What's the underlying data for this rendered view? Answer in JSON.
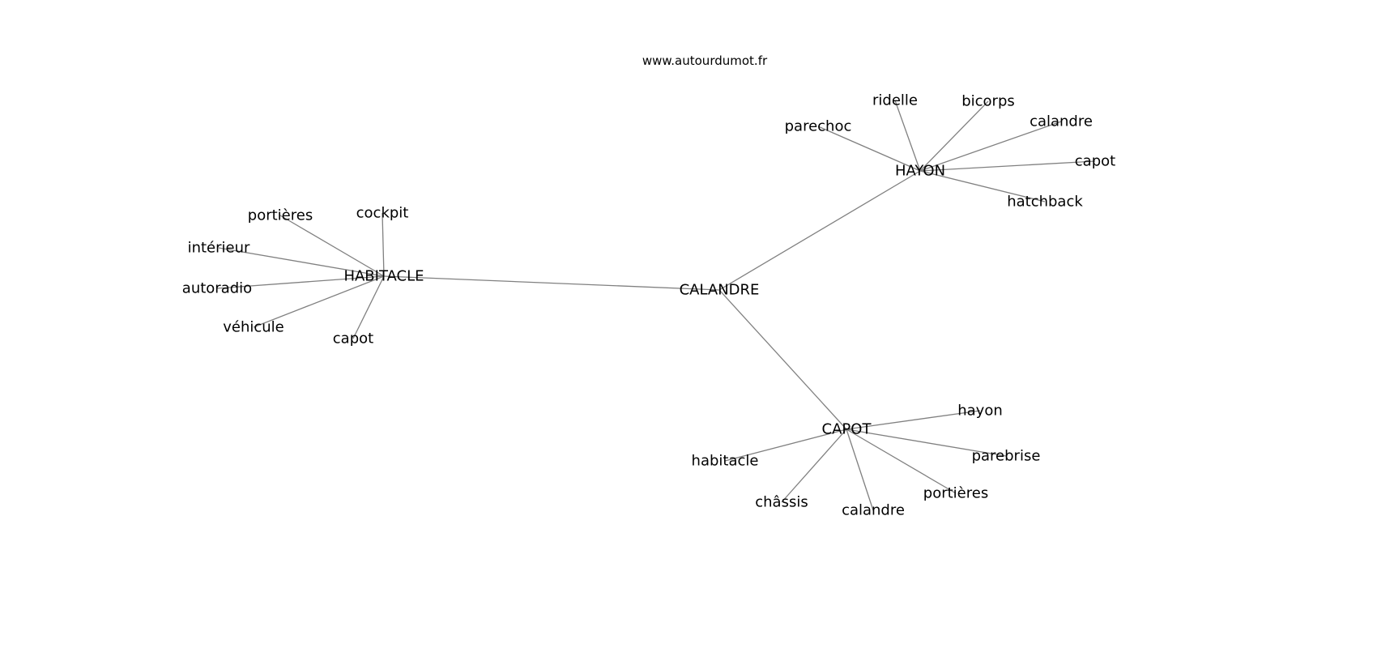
{
  "title": "www.autourdumot.fr",
  "colors": {
    "edge": "#808080",
    "label": "#000000"
  },
  "nodes": [
    {
      "id": "calandre_root",
      "label": "CALANDRE"
    },
    {
      "id": "habitacle",
      "label": "HABITACLE"
    },
    {
      "id": "hayon",
      "label": "HAYON"
    },
    {
      "id": "capot",
      "label": "CAPOT"
    },
    {
      "id": "hab_portieres",
      "label": "portières"
    },
    {
      "id": "hab_cockpit",
      "label": "cockpit"
    },
    {
      "id": "hab_interieur",
      "label": "intérieur"
    },
    {
      "id": "hab_autoradio",
      "label": "autoradio"
    },
    {
      "id": "hab_vehicule",
      "label": "véhicule"
    },
    {
      "id": "hab_capot",
      "label": "capot"
    },
    {
      "id": "hay_parechoc",
      "label": "parechoc"
    },
    {
      "id": "hay_ridelle",
      "label": "ridelle"
    },
    {
      "id": "hay_bicorps",
      "label": "bicorps"
    },
    {
      "id": "hay_calandre",
      "label": "calandre"
    },
    {
      "id": "hay_capot",
      "label": "capot"
    },
    {
      "id": "hay_hatchback",
      "label": "hatchback"
    },
    {
      "id": "cap_hayon",
      "label": "hayon"
    },
    {
      "id": "cap_parebrise",
      "label": "parebrise"
    },
    {
      "id": "cap_portieres",
      "label": "portières"
    },
    {
      "id": "cap_calandre",
      "label": "calandre"
    },
    {
      "id": "cap_chassis",
      "label": "châssis"
    },
    {
      "id": "cap_habitacle",
      "label": "habitacle"
    }
  ],
  "edges": [
    [
      "calandre_root",
      "habitacle"
    ],
    [
      "calandre_root",
      "hayon"
    ],
    [
      "calandre_root",
      "capot"
    ],
    [
      "habitacle",
      "hab_portieres"
    ],
    [
      "habitacle",
      "hab_cockpit"
    ],
    [
      "habitacle",
      "hab_interieur"
    ],
    [
      "habitacle",
      "hab_autoradio"
    ],
    [
      "habitacle",
      "hab_vehicule"
    ],
    [
      "habitacle",
      "hab_capot"
    ],
    [
      "hayon",
      "hay_parechoc"
    ],
    [
      "hayon",
      "hay_ridelle"
    ],
    [
      "hayon",
      "hay_bicorps"
    ],
    [
      "hayon",
      "hay_calandre"
    ],
    [
      "hayon",
      "hay_capot"
    ],
    [
      "hayon",
      "hay_hatchback"
    ],
    [
      "capot",
      "cap_hayon"
    ],
    [
      "capot",
      "cap_parebrise"
    ],
    [
      "capot",
      "cap_portieres"
    ],
    [
      "capot",
      "cap_calandre"
    ],
    [
      "capot",
      "cap_chassis"
    ],
    [
      "capot",
      "cap_habitacle"
    ]
  ]
}
